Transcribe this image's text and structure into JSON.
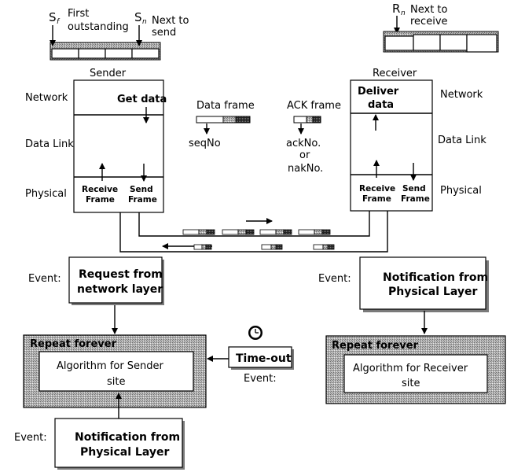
{
  "sender": {
    "title": "Sender",
    "sf_label": "S",
    "sf_sub": "f",
    "sf_caption_1": "First",
    "sf_caption_2": "outstanding",
    "sn_label": "S",
    "sn_sub": "n",
    "sn_caption_1": "Next to",
    "sn_caption_2": "send",
    "get_data": "Get data",
    "receive_frame_1": "Receive",
    "receive_frame_2": "Frame",
    "send_frame_1": "Send",
    "send_frame_2": "Frame"
  },
  "receiver": {
    "title": "Receiver",
    "rn_label": "R",
    "rn_sub": "n",
    "rn_caption_1": "Next to",
    "rn_caption_2": "receive",
    "deliver_1": "Deliver",
    "deliver_2": "data",
    "receive_frame_1": "Receive",
    "receive_frame_2": "Frame",
    "send_frame_1": "Send",
    "send_frame_2": "Frame"
  },
  "layers": {
    "network": "Network",
    "data_link": "Data Link",
    "physical": "Physical"
  },
  "frames": {
    "data_frame": "Data frame",
    "seqno": "seqNo",
    "ack_frame": "ACK frame",
    "ackno": "ackNo.",
    "or": "or",
    "nakno": "nakNo."
  },
  "events": {
    "event_label": "Event:",
    "request_1": "Request from",
    "request_2": "network layer",
    "notification_1": "Notification from",
    "notification_2": "Physical Layer",
    "timeout": "Time-out",
    "repeat_forever": "Repeat forever",
    "alg_sender_1": "Algorithm for Sender",
    "alg_sender_2": "site",
    "alg_receiver_1": "Algorithm for Receiver",
    "alg_receiver_2": "site"
  }
}
